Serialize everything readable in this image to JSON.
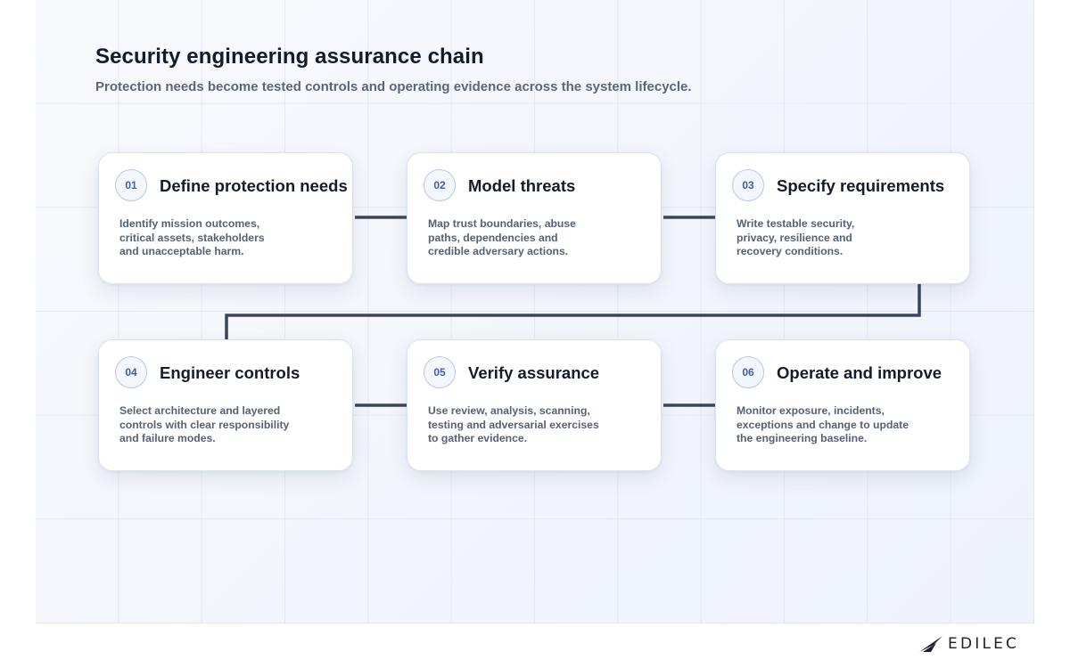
{
  "header": {
    "title": "Security engineering assurance chain",
    "subtitle": "Protection needs become tested controls and operating evidence across the system lifecycle."
  },
  "steps": [
    {
      "number": "01",
      "title": "Define protection needs",
      "description": "Identify mission outcomes, critical assets, stakeholders and unacceptable harm."
    },
    {
      "number": "02",
      "title": "Model threats",
      "description": "Map trust boundaries, abuse paths, dependencies and credible adversary actions."
    },
    {
      "number": "03",
      "title": "Specify requirements",
      "description": "Write testable security, privacy, resilience and recovery conditions."
    },
    {
      "number": "04",
      "title": "Engineer controls",
      "description": "Select architecture and layered controls with clear responsibility and failure modes."
    },
    {
      "number": "05",
      "title": "Verify assurance",
      "description": "Use review, analysis, scanning, testing and adversarial exercises to gather evidence."
    },
    {
      "number": "06",
      "title": "Operate and improve",
      "description": "Monitor exposure, incidents, exceptions and change to update the engineering baseline."
    }
  ],
  "brand": {
    "name": "EDILEC",
    "icon": "edilec-logo-icon"
  },
  "colors": {
    "connector": "#3c4658",
    "badge_text": "#3e5fa3",
    "title": "#141c2c",
    "text": "#556274"
  }
}
